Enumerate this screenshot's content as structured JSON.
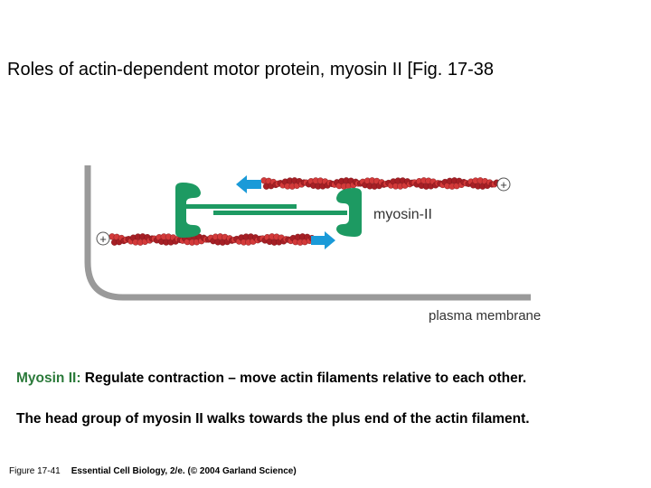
{
  "title": "Roles of actin-dependent motor protein, myosin II [Fig. 17-38",
  "figure": {
    "myosin_label": "myosin-II",
    "membrane_label": "plasma membrane",
    "plus_symbol": "+",
    "colors": {
      "actin": "#d33a3a",
      "actin_dark": "#a51f25",
      "myosin": "#1d9a62",
      "arrow": "#1a9ad8",
      "membrane": "#9a9a9a"
    }
  },
  "description": {
    "line1_term": "Myosin II:",
    "line1_text": " Regulate contraction – move actin filaments relative to each other.",
    "line2": "The head group of myosin II walks towards the plus end of the actin filament."
  },
  "credit": {
    "figure": "Figure 17-41",
    "source": "Essential Cell Biology, 2/e. (© 2004 Garland Science)"
  }
}
